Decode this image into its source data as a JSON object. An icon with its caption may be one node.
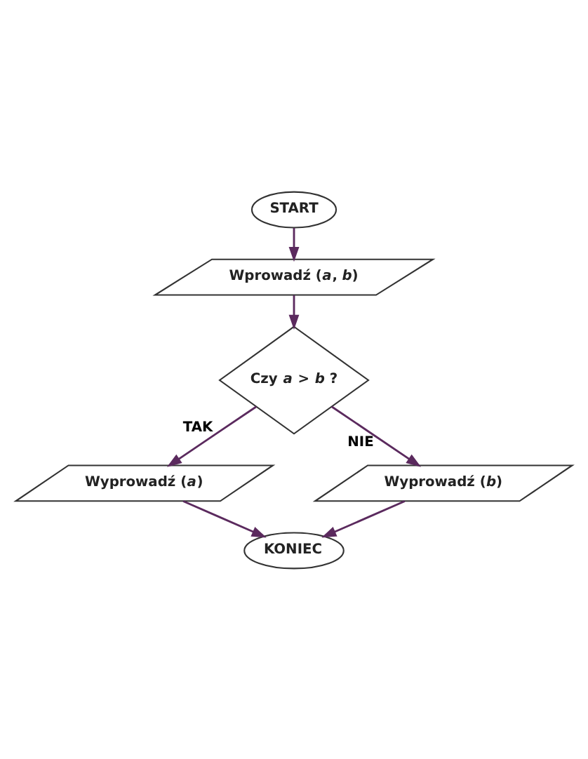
{
  "diagram": {
    "nodes": [
      {
        "text": [
          "START"
        ]
      },
      {
        "text": [
          "Wprowadź (*a*, *b*)"
        ]
      },
      {
        "text": [
          "Czy *a* > *b* ?"
        ]
      },
      {
        "text": [
          "Wyprowadź (*a*)"
        ]
      },
      {
        "text": [
          "Wyprowadź (*b*)"
        ]
      },
      {
        "text": [
          "KONIEC"
        ]
      }
    ],
    "edges": [
      {
        "from": 0,
        "to": 1,
        "arrow": "to"
      },
      {
        "from": 1,
        "to": 2,
        "arrow": "to"
      },
      {
        "from": 2,
        "to": 3,
        "arrow": "to",
        "label": "TAK"
      },
      {
        "from": 2,
        "to": 4,
        "arrow": "to",
        "label": "NIE"
      },
      {
        "from": 3,
        "to": 5,
        "arrow": "to"
      },
      {
        "from": 4,
        "to": 5,
        "arrow": "to"
      }
    ]
  }
}
